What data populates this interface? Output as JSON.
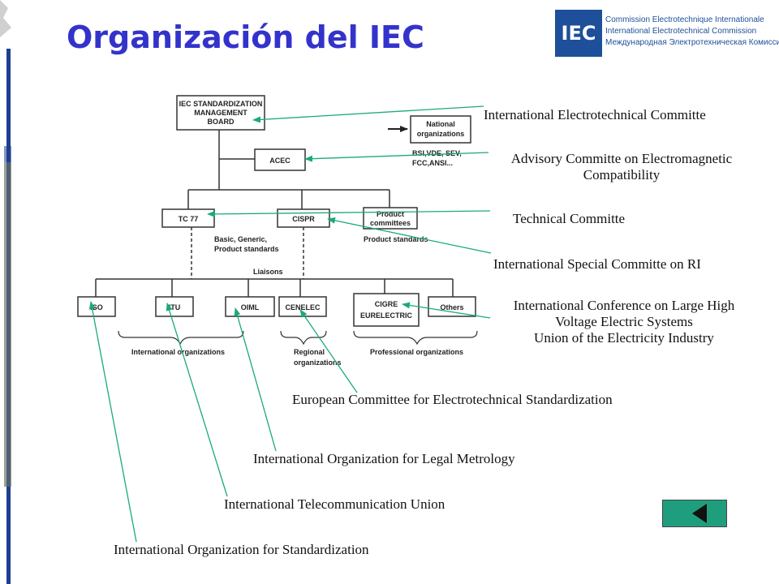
{
  "title": "Organización del IEC",
  "logo": {
    "mark": "IEC",
    "line1": "Commission Electrotechnique Internationale",
    "line2": "International Electrotechnical Commission",
    "line3": "Международная Электротехническая Комиссия"
  },
  "boxes": {
    "smb": [
      "IEC STANDARDIZATION",
      "MANAGEMENT",
      "BOARD"
    ],
    "national": [
      "National",
      "organizations"
    ],
    "acec": "ACEC",
    "tc77": "TC 77",
    "cispr": "CISPR",
    "product": [
      "Product",
      "committees"
    ],
    "iso": "ISO",
    "itu": "ITU",
    "oiml": "OIML",
    "cenelec": "CENELEC",
    "cigre": [
      "CIGRE",
      "EURELECTRIC"
    ],
    "others": "Others"
  },
  "labels": {
    "bsi": [
      "BSI,VDE, SEV,",
      "FCC,ANSI..."
    ],
    "basic": [
      "Basic, Generic,",
      "Product standards"
    ],
    "product_standards": "Product standards",
    "liaisons": "Liaisons",
    "international_orgs": "International organizations",
    "regional_orgs": [
      "Regional",
      "organizations"
    ],
    "professional_orgs": "Professional organizations"
  },
  "annotations": {
    "iec": "International Electrotechnical Committe",
    "acec_1": "Advisory Committe on Electromagnetic",
    "acec_2": "Compatibility",
    "tc": "Technical Committe",
    "cispr": "International Special Committe on RI",
    "cigre_1": "International Conference on Large High",
    "cigre_2": "Voltage Electric Systems",
    "cigre_3": "Union of the Electricity Industry",
    "cenelec": "European Committee for Electrotechnical Standardization",
    "oiml": "International Organization for Legal Metrology",
    "itu": "International Telecommunication Union",
    "iso": "International Organization for Standardization"
  },
  "colors": {
    "title": "#3333cc",
    "arrow": "#1aaa7a",
    "stripe": "#1d3f8f",
    "nav_button": "#1f9e7e"
  },
  "nav": {
    "icon": "back-triangle-icon"
  }
}
